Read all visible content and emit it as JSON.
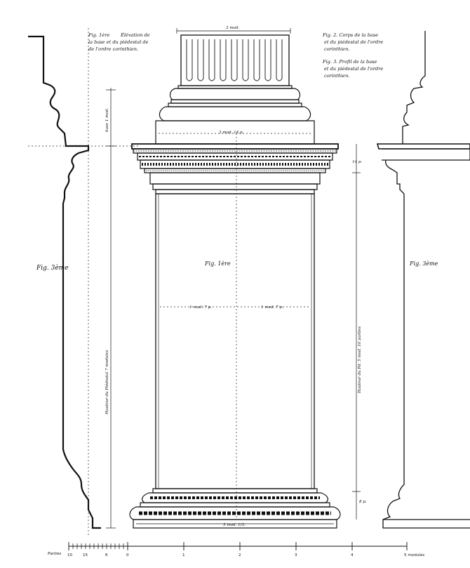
{
  "captions": {
    "fig1_title": "Fig. 1ère",
    "fig1_line1": "Élévation de",
    "fig1_line2": "la base et du piédestal de",
    "fig1_line3": "de l'ordre corinthien.",
    "fig2_line1": "Fig. 2. Corps de la base",
    "fig2_line2": "et du piédestal de l'ordre",
    "fig2_line3": "corinthien.",
    "fig3_line1": "Fig. 3. Profil de la base",
    "fig3_line2": "et du piédestal de l'ordre",
    "fig3_line3": "corinthien."
  },
  "figure_labels": {
    "left_profile": "Fig. 3ème",
    "center": "Fig. 1ère",
    "right_section": "Fig. 3ème"
  },
  "dimensions": {
    "shaft_top": "3 mod.",
    "plinth_cap": "3 mod. 14 p.",
    "die_left": "1 mod. 7 p.",
    "die_right": "1 mod. 7 p.",
    "plinth_bottom": "3 mod. 1/3.",
    "base_height": "base 1 mod.",
    "pedestal_height": "Hauteur du Piédestal 7 modules",
    "pedestal_right": "Hauteur du Pd. 5 mod. 10 parties",
    "cornice_right": "14 p.",
    "socle_right": "8 p."
  },
  "scale": {
    "label": "Parties",
    "ticks_left": [
      "10",
      "15",
      "6",
      "0"
    ],
    "ticks_right": [
      "1",
      "2",
      "3",
      "4",
      "5 modules"
    ]
  }
}
